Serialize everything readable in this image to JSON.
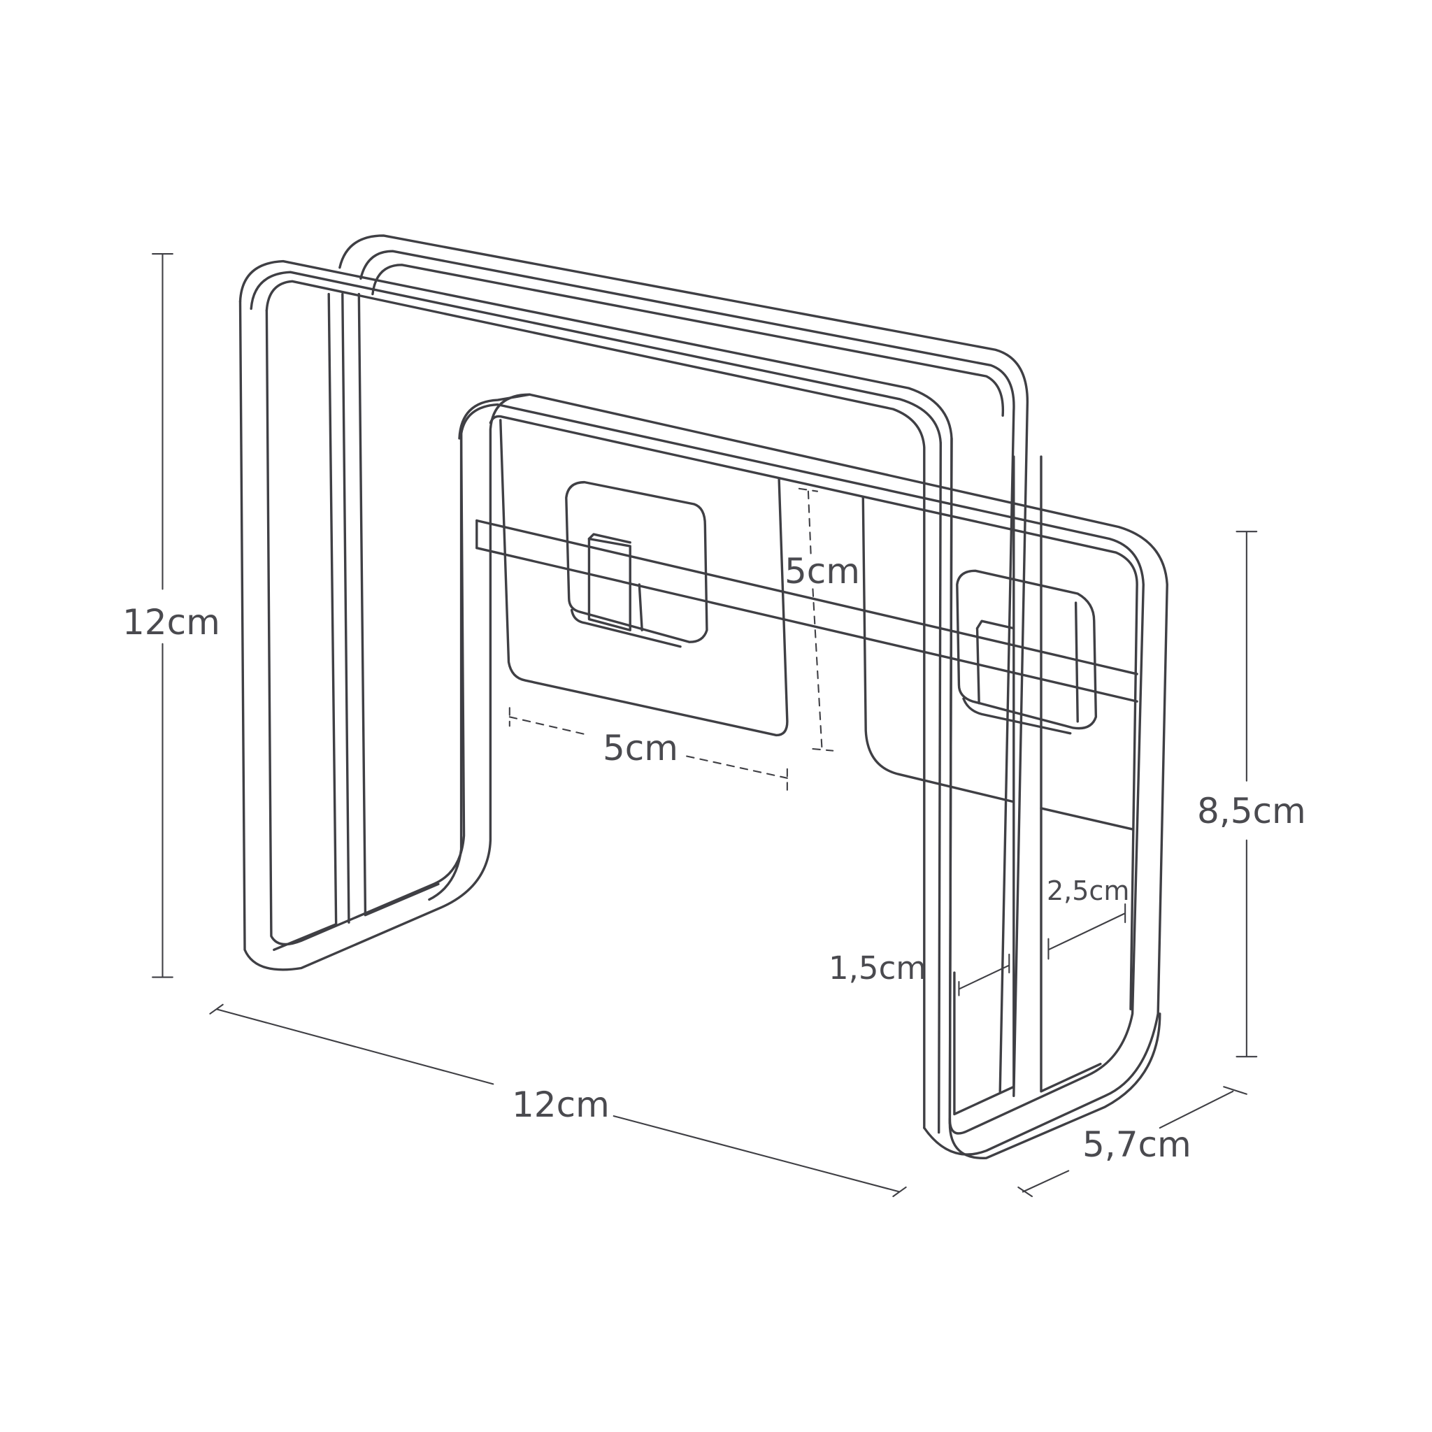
{
  "diagram": {
    "subject": "Wire sponge holder with two suction/adhesive pads",
    "line_color": "#3f3f44",
    "text_color": "#4a4a4f",
    "background": "#ffffff"
  },
  "dimensions": {
    "height_total": "12cm",
    "width_total": "12cm",
    "depth": "5,7cm",
    "height_front": "8,5cm",
    "pad_height": "5cm",
    "pad_width": "5cm",
    "gap_small": "1,5cm",
    "gap_large": "2,5cm"
  }
}
